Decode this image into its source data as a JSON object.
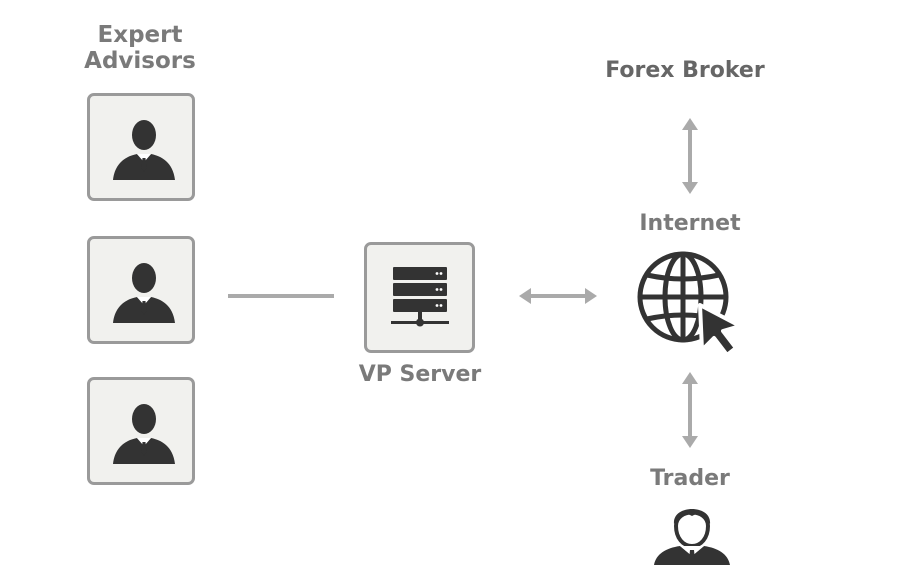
{
  "labels": {
    "expert_advisors_line1": "Expert",
    "expert_advisors_line2": "Advisors",
    "forex_broker": "Forex Broker",
    "internet": "Internet",
    "vp_server": "VP Server",
    "trader": "Trader"
  },
  "icons": {
    "expert_advisor": "user-icon",
    "server": "server-icon",
    "internet": "globe-cursor-icon",
    "trader": "trader-icon"
  },
  "colors": {
    "box_border": "#9a9a9a",
    "box_fill": "#f1f1ee",
    "icon": "#333333",
    "connector": "#aaaaaa",
    "label": "#7a7a7a"
  }
}
